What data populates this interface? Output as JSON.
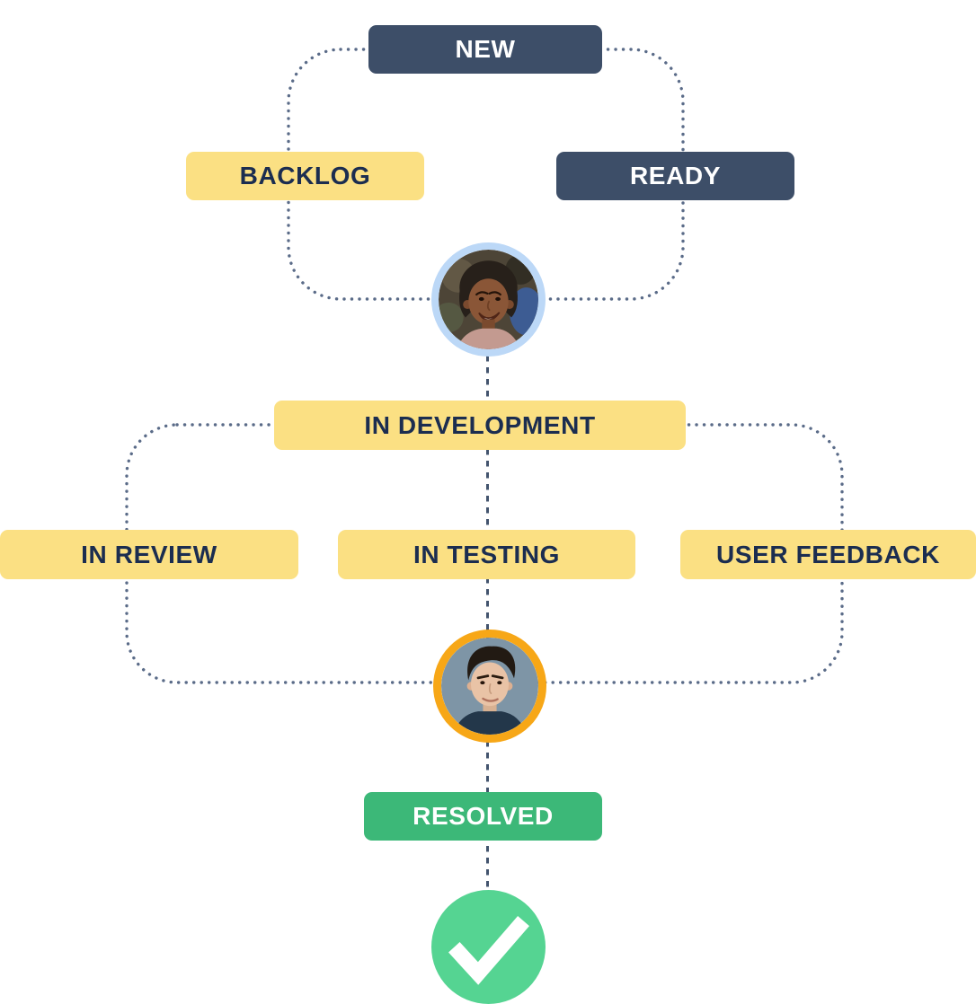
{
  "stages": {
    "new": {
      "label": "NEW",
      "style": "navy"
    },
    "backlog": {
      "label": "BACKLOG",
      "style": "yellow"
    },
    "ready": {
      "label": "READY",
      "style": "navy"
    },
    "in_development": {
      "label": "IN DEVELOPMENT",
      "style": "yellow"
    },
    "in_review": {
      "label": "IN REVIEW",
      "style": "yellow"
    },
    "in_testing": {
      "label": "IN TESTING",
      "style": "yellow"
    },
    "user_feedback": {
      "label": "USER FEEDBACK",
      "style": "yellow"
    },
    "resolved": {
      "label": "RESOLVED",
      "style": "green"
    }
  },
  "avatars": [
    {
      "id": "team-member-1",
      "ring_color": "#bcd8f7"
    },
    {
      "id": "team-member-2",
      "ring_color": "#f7a717"
    }
  ],
  "icons": {
    "resolved_check": "✓"
  },
  "colors": {
    "navy_box": "#3d4e68",
    "navy_text": "#1b2d50",
    "yellow_box": "#fbe083",
    "green_box": "#3cb878",
    "check_circle_green": "#55d492",
    "dotted_loop_line": "#5a6b88",
    "dashed_spine_line": "#43546e",
    "white_text": "#ffffff"
  }
}
